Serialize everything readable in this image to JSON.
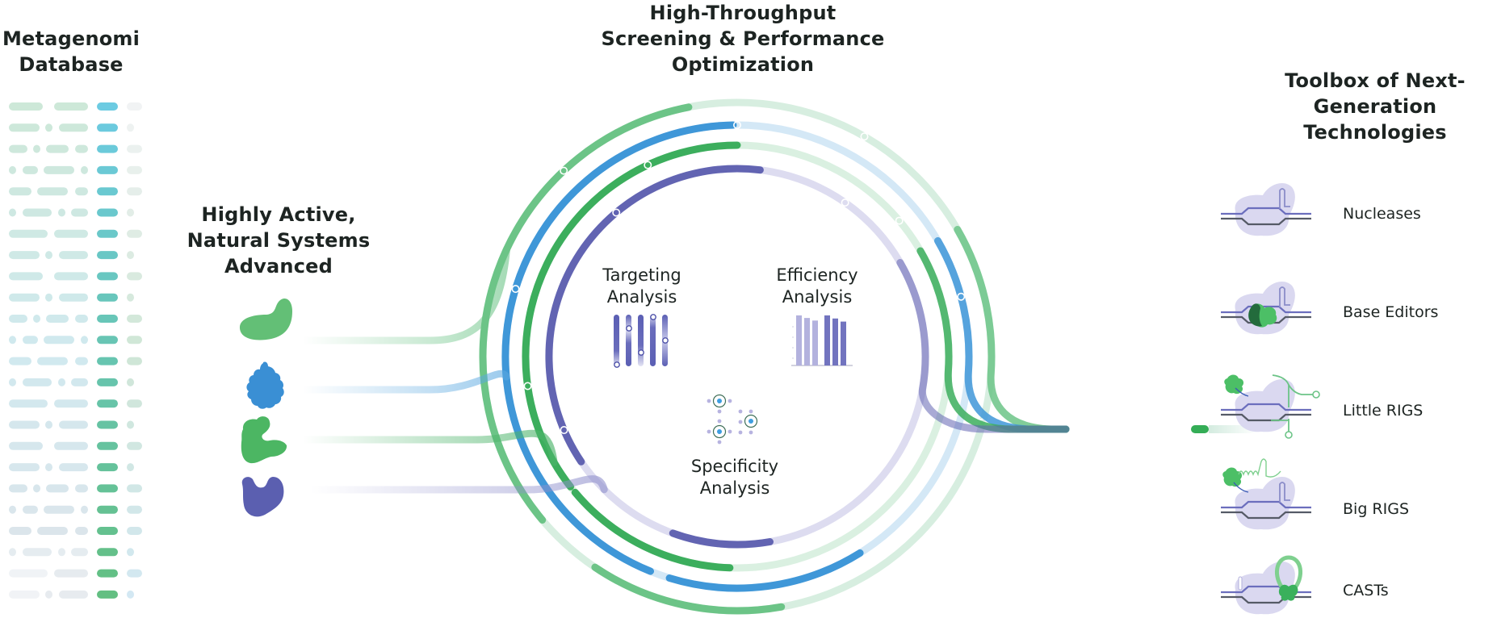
{
  "titles": {
    "database": [
      "Metagenomi",
      "Database"
    ],
    "natural": [
      "Highly Active,",
      "Natural Systems",
      "Advanced"
    ],
    "screening": [
      "High-Throughput",
      "Screening & Performance",
      "Optimization"
    ],
    "toolbox": [
      "Toolbox of Next-",
      "Generation Technologies"
    ]
  },
  "analyses": {
    "targeting": [
      "Targeting",
      "Analysis"
    ],
    "efficiency": [
      "Efficiency",
      "Analysis"
    ],
    "specificity": [
      "Specificity",
      "Analysis"
    ]
  },
  "natural_systems": [
    {
      "name": "green-protein",
      "color": "#5cbf72",
      "ring_color": "#6cc487"
    },
    {
      "name": "blue-protein",
      "color": "#3a8fd4",
      "ring_color": "#3f97d8"
    },
    {
      "name": "green-notched-protein",
      "color": "#4cb663",
      "ring_color": "#3cae5d"
    },
    {
      "name": "purple-protein",
      "color": "#5b5fb0",
      "ring_color": "#6264b2"
    }
  ],
  "toolbox": [
    {
      "label": "Nucleases",
      "icon": "nuclease-icon"
    },
    {
      "label": "Base Editors",
      "icon": "base-editor-icon"
    },
    {
      "label": "Little RIGS",
      "icon": "little-rigs-icon"
    },
    {
      "label": "Big RIGS",
      "icon": "big-rigs-icon"
    },
    {
      "label": "CASTs",
      "icon": "casts-icon"
    }
  ],
  "colors": {
    "green": "#5cbf72",
    "blue": "#3a8fd4",
    "darkgreen": "#35ad57",
    "purple": "#5f62b1",
    "text": "#1d2422"
  },
  "efficiency_bars": [
    0.97,
    0.92,
    0.87,
    0.97,
    0.91,
    0.85
  ],
  "database_rows": 24
}
